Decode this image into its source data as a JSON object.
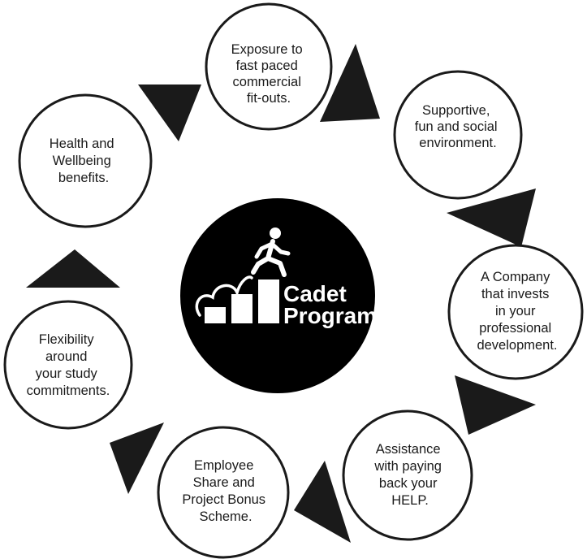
{
  "center": {
    "title_line1": "Cadet",
    "title_line2": "Program",
    "icon": "person-climbing-steps-icon"
  },
  "benefits": [
    {
      "id": "exposure",
      "lines": [
        "Exposure to",
        "fast paced",
        "commercial",
        "fit-outs."
      ]
    },
    {
      "id": "supportive",
      "lines": [
        "Supportive,",
        "fun and social",
        "environment."
      ]
    },
    {
      "id": "invests",
      "lines": [
        "A Company",
        "that invests",
        "in your",
        "professional",
        "development."
      ]
    },
    {
      "id": "help",
      "lines": [
        "Assistance",
        "with paying",
        "back your",
        "HELP."
      ]
    },
    {
      "id": "share",
      "lines": [
        "Employee",
        "Share and",
        "Project Bonus",
        "Scheme."
      ]
    },
    {
      "id": "flexibility",
      "lines": [
        "Flexibility",
        "around",
        "your study",
        "commitments."
      ]
    },
    {
      "id": "health",
      "lines": [
        "Health and",
        "Wellbeing",
        "benefits."
      ]
    }
  ],
  "colors": {
    "ink": "#1a1a1a",
    "background": "#ffffff",
    "center_text": "#ffffff"
  }
}
